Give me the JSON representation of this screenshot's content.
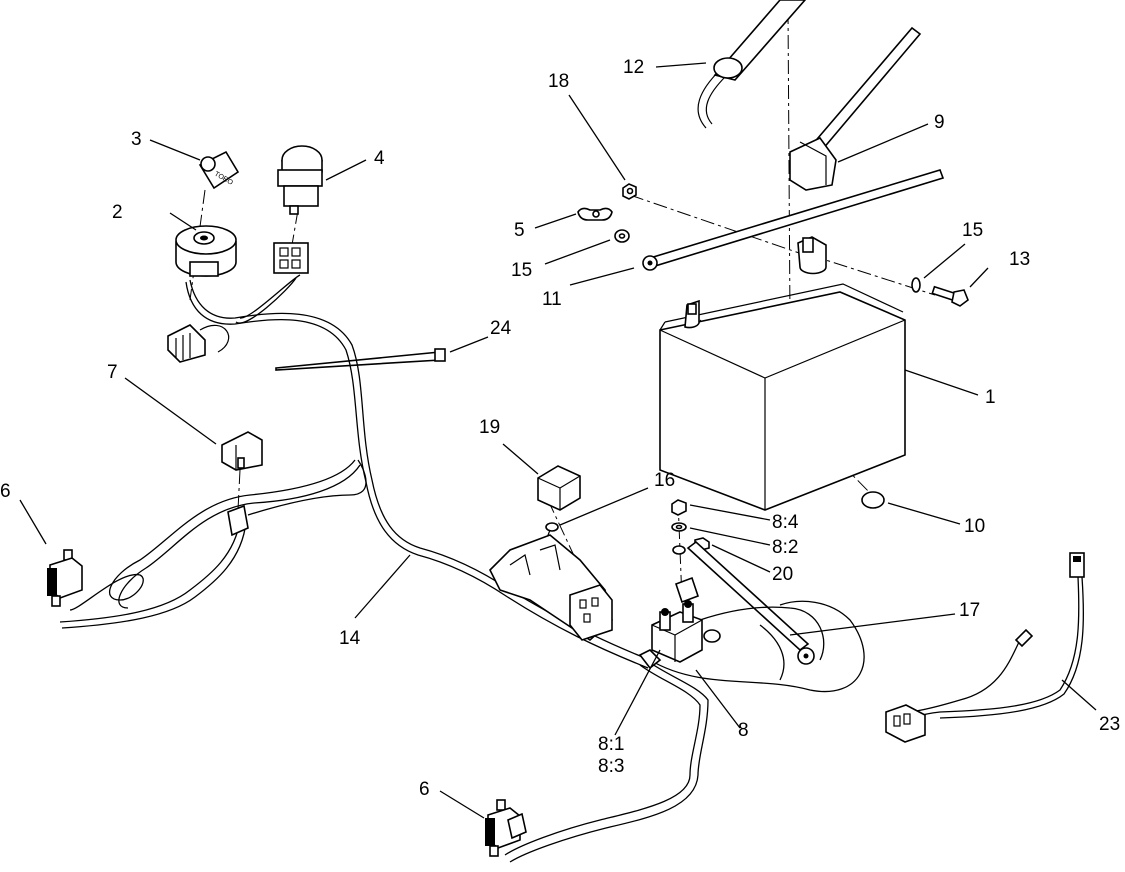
{
  "callouts": {
    "c1": "1",
    "c2": "2",
    "c3": "3",
    "c4": "4",
    "c5": "5",
    "c6a": "6",
    "c6b": "6",
    "c7": "7",
    "c8": "8",
    "c8_1": "8:1",
    "c8_2": "8:2",
    "c8_3": "8:3",
    "c8_4": "8:4",
    "c9": "9",
    "c10": "10",
    "c11": "11",
    "c12": "12",
    "c13": "13",
    "c14": "14",
    "c15a": "15",
    "c15b": "15",
    "c16": "16",
    "c17": "17",
    "c18": "18",
    "c19": "19",
    "c20": "20",
    "c23": "23",
    "c24": "24"
  },
  "labels": {
    "key_brand": "TORO"
  }
}
